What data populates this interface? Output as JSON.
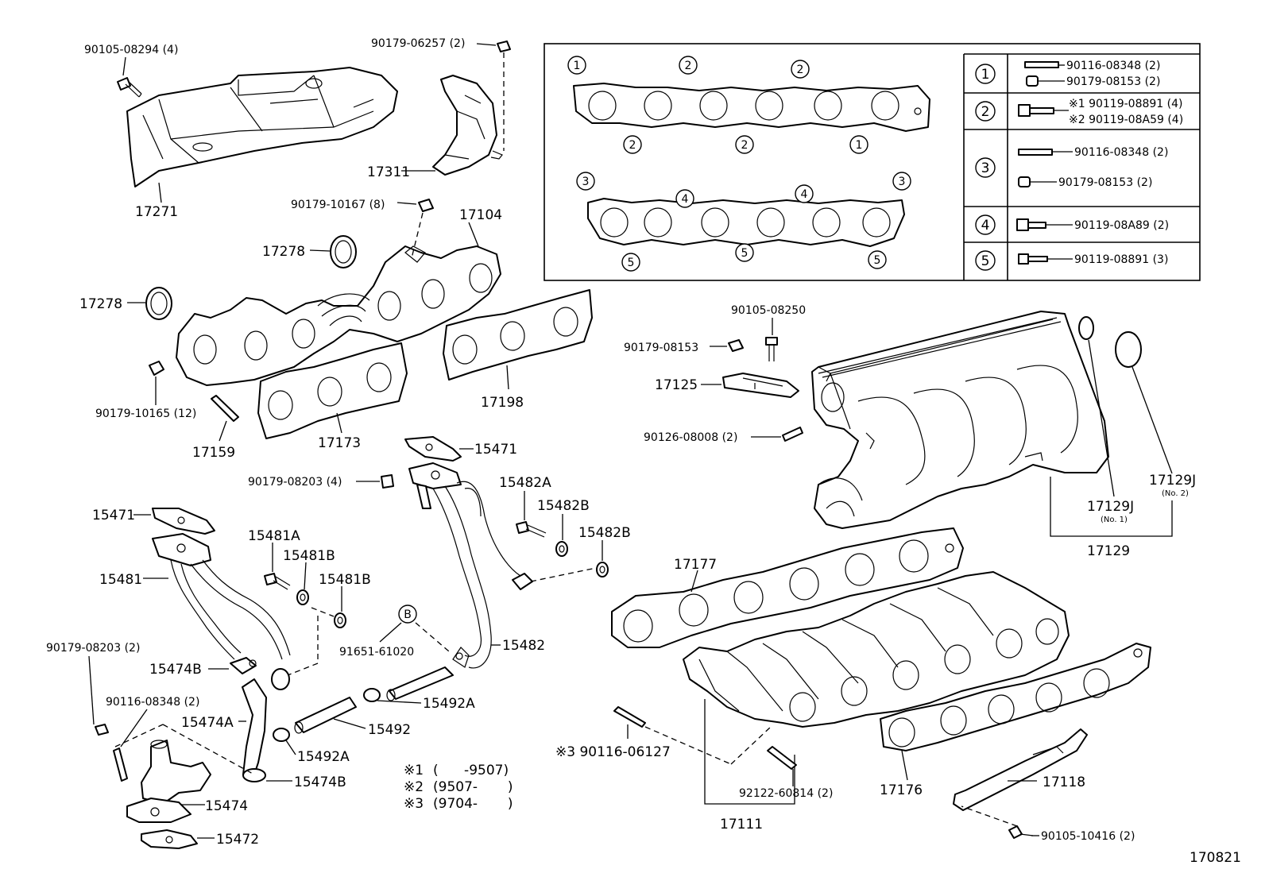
{
  "diagram_id": "170821",
  "labels": {
    "p17271": "17271",
    "p90105_08294": "90105-08294 (4)",
    "p90179_06257": "90179-06257 (2)",
    "p17311": "17311",
    "p90179_10167": "90179-10167 (8)",
    "p17104": "17104",
    "p17278a": "17278",
    "p17278b": "17278",
    "p90179_10165": "90179-10165 (12)",
    "p17159": "17159",
    "p17173": "17173",
    "p17198": "17198",
    "p15471a": "15471",
    "p90179_08203a": "90179-08203 (4)",
    "p15482A": "15482A",
    "p15482B1": "15482B",
    "p15482B2": "15482B",
    "p15471b": "15471",
    "p15481A": "15481A",
    "p15481B1": "15481B",
    "p15481B2": "15481B",
    "p15481": "15481",
    "pB": "B",
    "p91651": "91651-61020",
    "p15482": "15482",
    "p90179_08203b": "90179-08203 (2)",
    "p15474B1": "15474B",
    "p90116_08348": "90116-08348 (2)",
    "p15474A": "15474A",
    "p15492A1": "15492A",
    "p15492": "15492",
    "p15492A2": "15492A",
    "p15474B2": "15474B",
    "p15474": "15474",
    "p15472": "15472",
    "p90105_08250": "90105-08250",
    "p90179_08153": "90179-08153",
    "p17125": "17125",
    "p90126_08008": "90126-08008 (2)",
    "p17129J1": "17129J",
    "p17129J1_no": "(No. 1)",
    "p17129J2": "17129J",
    "p17129J2_no": "(No. 2)",
    "p17129": "17129",
    "p17177": "17177",
    "p90116_06127": "※3 90116-06127",
    "p92122": "92122-60814 (2)",
    "p17111": "17111",
    "p17176": "17176",
    "p17118": "17118",
    "p90105_10416": "90105-10416 (2)"
  },
  "notes": [
    {
      "mark": "※1",
      "range": "(      -9507)"
    },
    {
      "mark": "※2",
      "range": "(9507-       )"
    },
    {
      "mark": "※3",
      "range": "(9704-       )"
    }
  ],
  "legend": {
    "gasket_marks": {
      "top_row": [
        "1",
        "2",
        "2"
      ],
      "top_bottom_row": [
        "2",
        "2",
        "1"
      ],
      "lower_top_row": [
        "3",
        "4",
        "4",
        "3"
      ],
      "lower_bottom_row": [
        "5",
        "5",
        "5"
      ]
    },
    "rows": [
      {
        "key": "1",
        "items": [
          "90116-08348 (2)",
          "90179-08153 (2)"
        ]
      },
      {
        "key": "2",
        "items": [
          "※1 90119-08891 (4)",
          "※2 90119-08A59 (4)"
        ]
      },
      {
        "key": "3",
        "items": [
          "90116-08348 (2)",
          "90179-08153 (2)"
        ]
      },
      {
        "key": "4",
        "items": [
          "90119-08A89 (2)"
        ]
      },
      {
        "key": "5",
        "items": [
          "90119-08891 (3)"
        ]
      }
    ]
  }
}
